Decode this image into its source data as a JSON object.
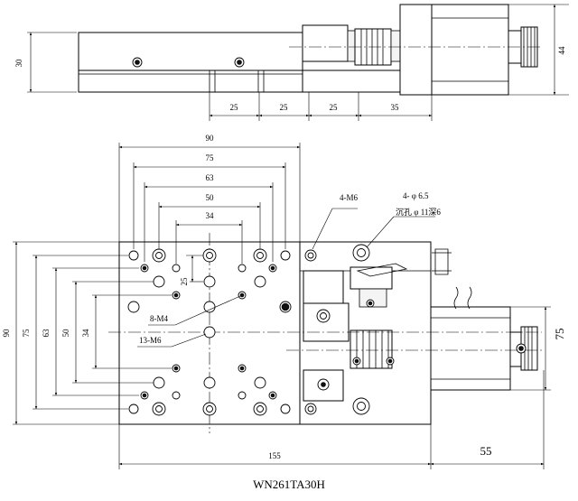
{
  "title": "WN261TA30H",
  "top_view": {
    "height_dim": "30",
    "motor_height_dim": "44",
    "bottom_dims": [
      "25",
      "25",
      "25",
      "35"
    ]
  },
  "plan_view": {
    "width_dims": [
      "90",
      "75",
      "63",
      "50",
      "34"
    ],
    "height_dims": [
      "90",
      "75",
      "63",
      "50",
      "34"
    ],
    "small_dim": "25",
    "length_dim": "155",
    "motor_length_dim": "55",
    "motor_height_dim": "75",
    "labels": {
      "thread_m6": "4-M6",
      "through_hole": "4- φ 6.5",
      "counterbore": "沉孔 φ 11深6",
      "thread_m4": "8-M4",
      "thread_13m6": "13-M6"
    }
  }
}
